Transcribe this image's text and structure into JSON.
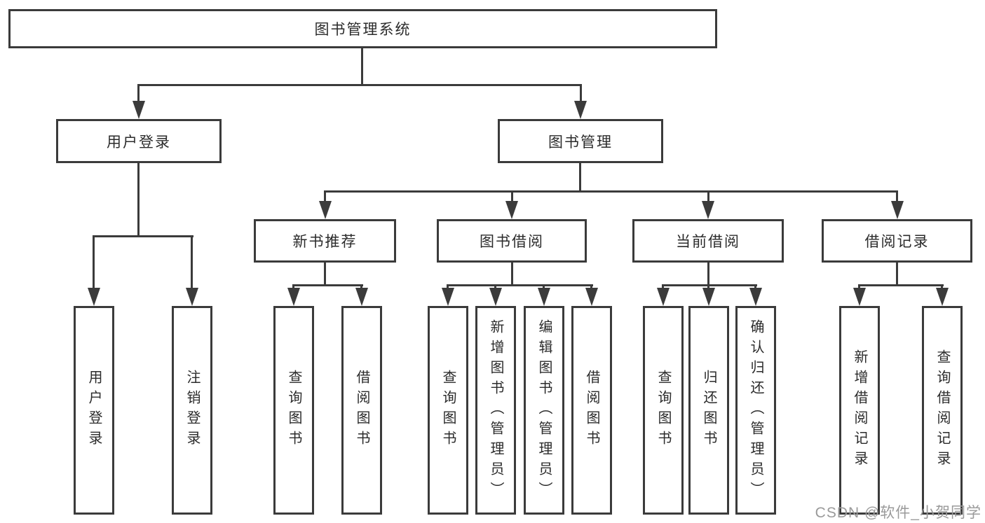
{
  "diagram": {
    "root": {
      "label": "图书管理系统"
    },
    "level2": [
      {
        "label": "用户登录"
      },
      {
        "label": "图书管理"
      }
    ],
    "level3": [
      {
        "label": "新书推荐"
      },
      {
        "label": "图书借阅"
      },
      {
        "label": "当前借阅"
      },
      {
        "label": "借阅记录"
      }
    ],
    "leaves": [
      {
        "label": "用户登录"
      },
      {
        "label": "注销登录"
      },
      {
        "label": "查询图书"
      },
      {
        "label": "借阅图书"
      },
      {
        "label": "查询图书"
      },
      {
        "label": "新增图书（管理员）"
      },
      {
        "label": "编辑图书（管理员）"
      },
      {
        "label": "借阅图书"
      },
      {
        "label": "查询图书"
      },
      {
        "label": "归还图书"
      },
      {
        "label": "确认归还（管理员）"
      },
      {
        "label": "新增借阅记录"
      },
      {
        "label": "查询借阅记录"
      }
    ]
  },
  "watermark": {
    "brand": "CSDN @软件_小贺同学"
  },
  "colors": {
    "line": "#3b3b3b",
    "text": "#2b2b2b",
    "background": "#ffffff",
    "watermark": "#9a9a9a"
  }
}
